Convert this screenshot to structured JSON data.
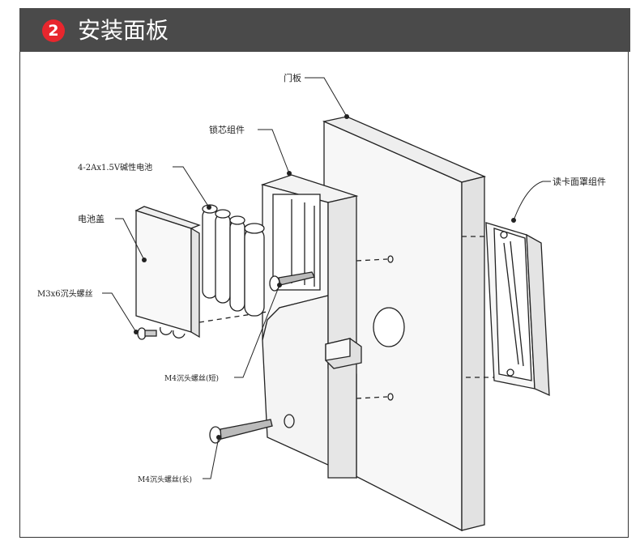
{
  "header": {
    "step_number": "2",
    "title": "安装面板"
  },
  "labels": {
    "door_panel": "门板",
    "lock_core": "锁芯组件",
    "batteries": "4-2Ax1.5V碱性电池",
    "battery_cover": "电池盖",
    "screw_m3": "M3x6沉头螺丝",
    "screw_m4_short": "M4沉头螺丝(短)",
    "screw_m4_long": "M4沉头螺丝(长)",
    "reader_cover": "读卡面罩组件"
  },
  "colors": {
    "header_bg": "#4a4a4a",
    "badge": "#e8262d",
    "line": "#222222",
    "panel_fill": "#f2f2f2"
  }
}
